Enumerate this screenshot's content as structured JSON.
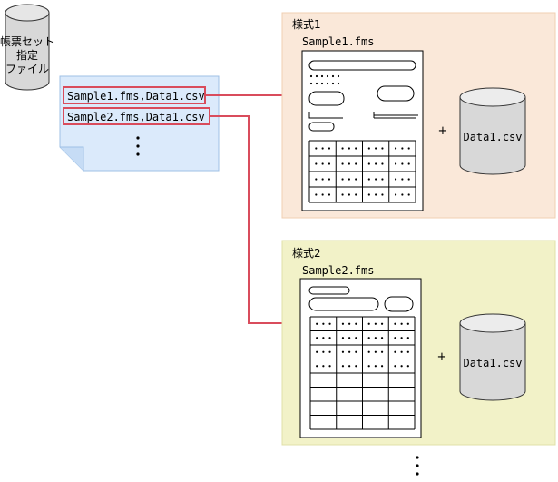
{
  "file_cylinder": {
    "label_lines": [
      "帳票セット",
      "指定",
      "ファイル"
    ]
  },
  "note": {
    "entries": [
      "Sample1.fms,Data1.csv",
      "Sample2.fms,Data1.csv"
    ]
  },
  "forms": [
    {
      "title": "様式1",
      "filename": "Sample1.fms",
      "data_file": "Data1.csv",
      "plus": "+"
    },
    {
      "title": "様式2",
      "filename": "Sample2.fms",
      "data_file": "Data1.csv",
      "plus": "+"
    }
  ],
  "colors": {
    "form1_bg": "#fae8d9",
    "form2_bg": "#f2f2c8",
    "note_bg": "#dbeafb",
    "highlight": "#d94c5c",
    "cylinder_fill": "#d8d8d8"
  }
}
